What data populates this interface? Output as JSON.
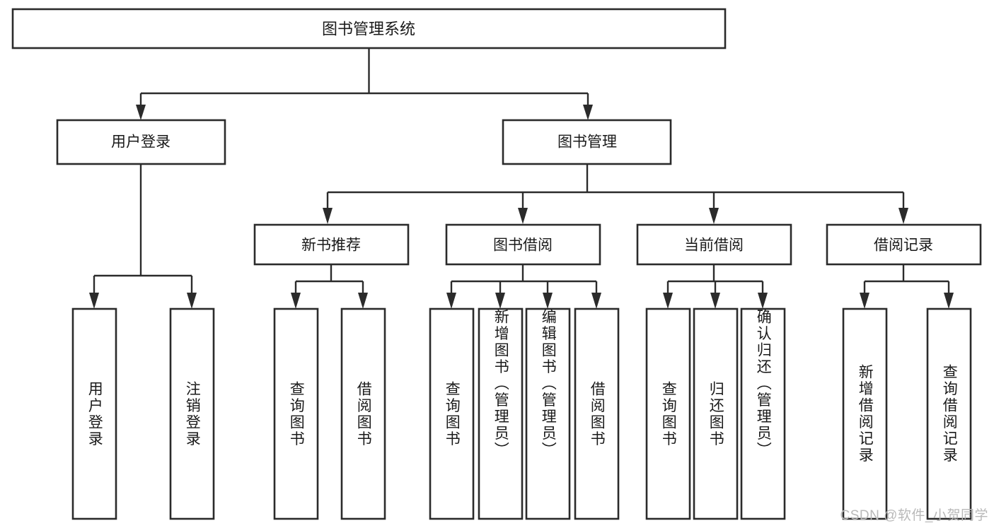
{
  "diagram": {
    "type": "hierarchy-tree",
    "title": "图书管理系统",
    "watermark": "CSDN @软件_小贺同学",
    "root": {
      "label": "图书管理系统"
    },
    "level1": [
      {
        "label": "用户登录"
      },
      {
        "label": "图书管理"
      }
    ],
    "level2": [
      {
        "label": "新书推荐"
      },
      {
        "label": "图书借阅"
      },
      {
        "label": "当前借阅"
      },
      {
        "label": "借阅记录"
      }
    ],
    "leaves": {
      "user_login": [
        {
          "label": "用户登录"
        },
        {
          "label": "注销登录"
        }
      ],
      "new_book_recommend": [
        {
          "label": "查询图书"
        },
        {
          "label": "借阅图书"
        }
      ],
      "book_borrow": [
        {
          "label": "查询图书"
        },
        {
          "label": "新增图书（管理员）"
        },
        {
          "label": "编辑图书（管理员）"
        },
        {
          "label": "借阅图书"
        }
      ],
      "current_borrow": [
        {
          "label": "查询图书"
        },
        {
          "label": "归还图书"
        },
        {
          "label": "确认归还（管理员）"
        }
      ],
      "borrow_record": [
        {
          "label": "新增借阅记录"
        },
        {
          "label": "查询借阅记录"
        }
      ]
    },
    "colors": {
      "stroke": "#2b2b2b",
      "fill": "#ffffff",
      "text": "#1a1a1a",
      "watermark": "#b9b9b9"
    }
  }
}
